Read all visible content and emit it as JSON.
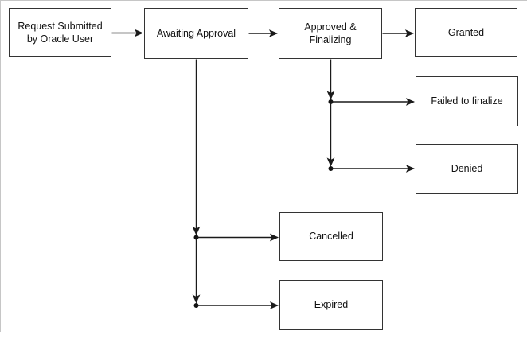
{
  "diagram": {
    "type": "flowchart",
    "colors": {
      "background": "#ffffff",
      "box_fill": "#ffffff",
      "box_border": "#333333",
      "connector": "#1a1a1a",
      "frame": "#c6c6c6"
    },
    "nodes": {
      "request": {
        "label": "Request Submitted by Oracle User",
        "lines": [
          "Request Submitted",
          "by Oracle User"
        ]
      },
      "awaiting": {
        "label": "Awaiting Approval",
        "lines": [
          "Awaiting Approval"
        ]
      },
      "approved": {
        "label": "Approved & Finalizing",
        "lines": [
          "Approved &",
          "Finalizing"
        ]
      },
      "granted": {
        "label": "Granted",
        "lines": [
          "Granted"
        ]
      },
      "failed": {
        "label": "Failed to finalize",
        "lines": [
          "Failed to finalize"
        ]
      },
      "denied": {
        "label": "Denied",
        "lines": [
          "Denied"
        ]
      },
      "cancelled": {
        "label": "Cancelled",
        "lines": [
          "Cancelled"
        ]
      },
      "expired": {
        "label": "Expired",
        "lines": [
          "Expired"
        ]
      }
    },
    "edges": [
      {
        "from": "Request Submitted by Oracle User",
        "to": "Awaiting Approval"
      },
      {
        "from": "Awaiting Approval",
        "to": "Approved & Finalizing"
      },
      {
        "from": "Approved & Finalizing",
        "to": "Granted"
      },
      {
        "from": "Approved & Finalizing",
        "to": "Failed to finalize"
      },
      {
        "from": "Approved & Finalizing",
        "to": "Denied"
      },
      {
        "from": "Awaiting Approval",
        "to": "Cancelled"
      },
      {
        "from": "Awaiting Approval",
        "to": "Expired"
      }
    ]
  }
}
